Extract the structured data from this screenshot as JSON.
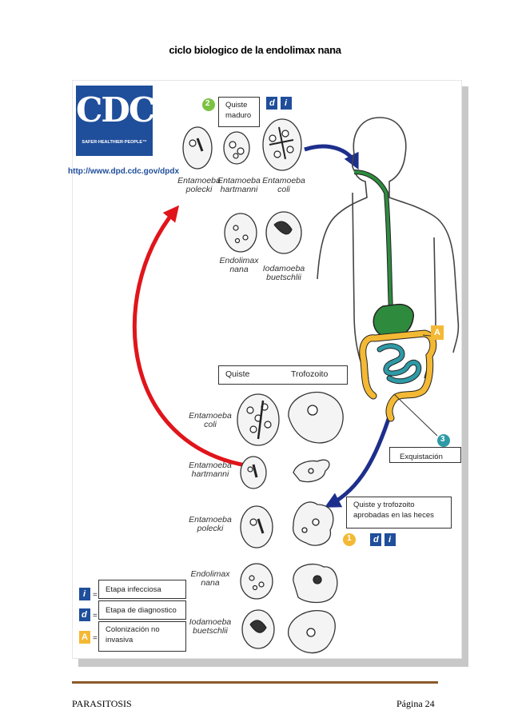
{
  "title": "ciclo biologico de la endolimax nana",
  "cdc": {
    "logo_text": "CDC",
    "tagline": "SAFER·HEALTHIER·PEOPLE™",
    "url": "http://www.dpd.cdc.gov/dpdx"
  },
  "stage_markers": {
    "step1": "1",
    "step2": "2",
    "step3": "3",
    "colonization": "A",
    "infective": "i",
    "diagnostic": "d"
  },
  "boxes": {
    "quiste_maduro": "Quiste maduro",
    "quiste_header": "Quiste",
    "trofozoito_header": "Trofozoito",
    "exquistacion": "Exquistación",
    "aprobadas": "Quiste y trofozoito aprobadas en las heces"
  },
  "top_organisms": {
    "polecki": "Entamoeba polecki",
    "hartmanni": "Entamoeba hartmanni",
    "coli": "Entamoeba coli",
    "nana": "Endolimax nana",
    "buetschlii": "Iodamoeba buetschlii"
  },
  "table_organisms": {
    "coli": "Entamoeba coli",
    "hartmanni": "Entamoeba hartmanni",
    "polecki": "Entamoeba polecki",
    "nana": "Endolimax nana",
    "buetschlii": "Iodamoeba buetschlii"
  },
  "legend": {
    "infecciosa": "Etapa infecciosa",
    "diagnostico": "Etapa de diagnostico",
    "colonizacion": "Colonización no invasiva",
    "equals": "="
  },
  "footer": {
    "left": "PARASITOSIS",
    "right": "Página 24"
  },
  "colors": {
    "cdc_blue": "#1f4e9b",
    "arrow_red": "#e0151b",
    "arrow_blue": "#1d2f8c",
    "gut_green": "#2e8b3e",
    "colon_yellow": "#f4b934",
    "intestine_teal": "#2e9aa6",
    "footer_brown": "#8b5a2b"
  }
}
